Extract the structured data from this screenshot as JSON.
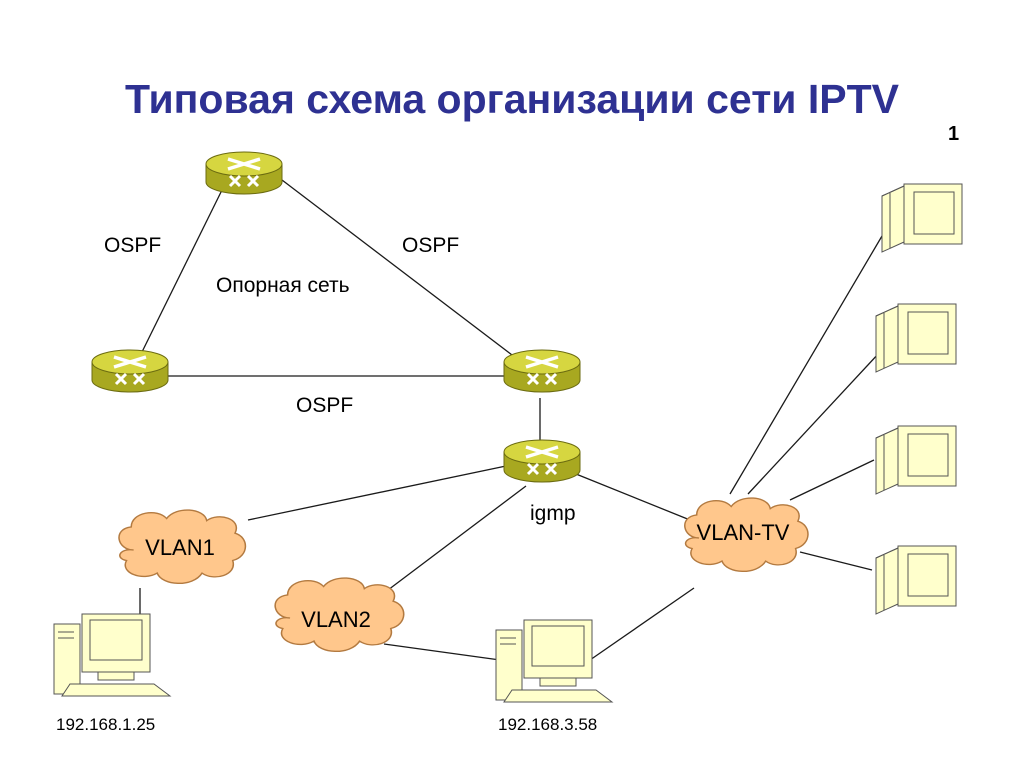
{
  "title": "Типовая схема организации сети IPTV",
  "page_number": "1",
  "labels": {
    "ospf_left": "OSPF",
    "ospf_right": "OSPF",
    "ospf_bottom": "OSPF",
    "backbone": "Опорная сеть",
    "igmp": "igmp"
  },
  "clouds": {
    "vlan1": "VLAN1",
    "vlan2": "VLAN2",
    "vlan_tv": "VLAN-TV"
  },
  "hosts": {
    "pc1_ip": "192.168.1.25",
    "pc2_ip": "192.168.3.58"
  },
  "icons": {
    "router": "router-icon",
    "cloud": "cloud-icon",
    "pc": "pc-icon",
    "tv": "tv-monitor-icon"
  },
  "colors": {
    "title": "#2e3192",
    "router_body": "#a8a820",
    "router_top": "#d6d640",
    "cloud_fill": "#ffc78c",
    "device_fill": "#ffffcc"
  }
}
